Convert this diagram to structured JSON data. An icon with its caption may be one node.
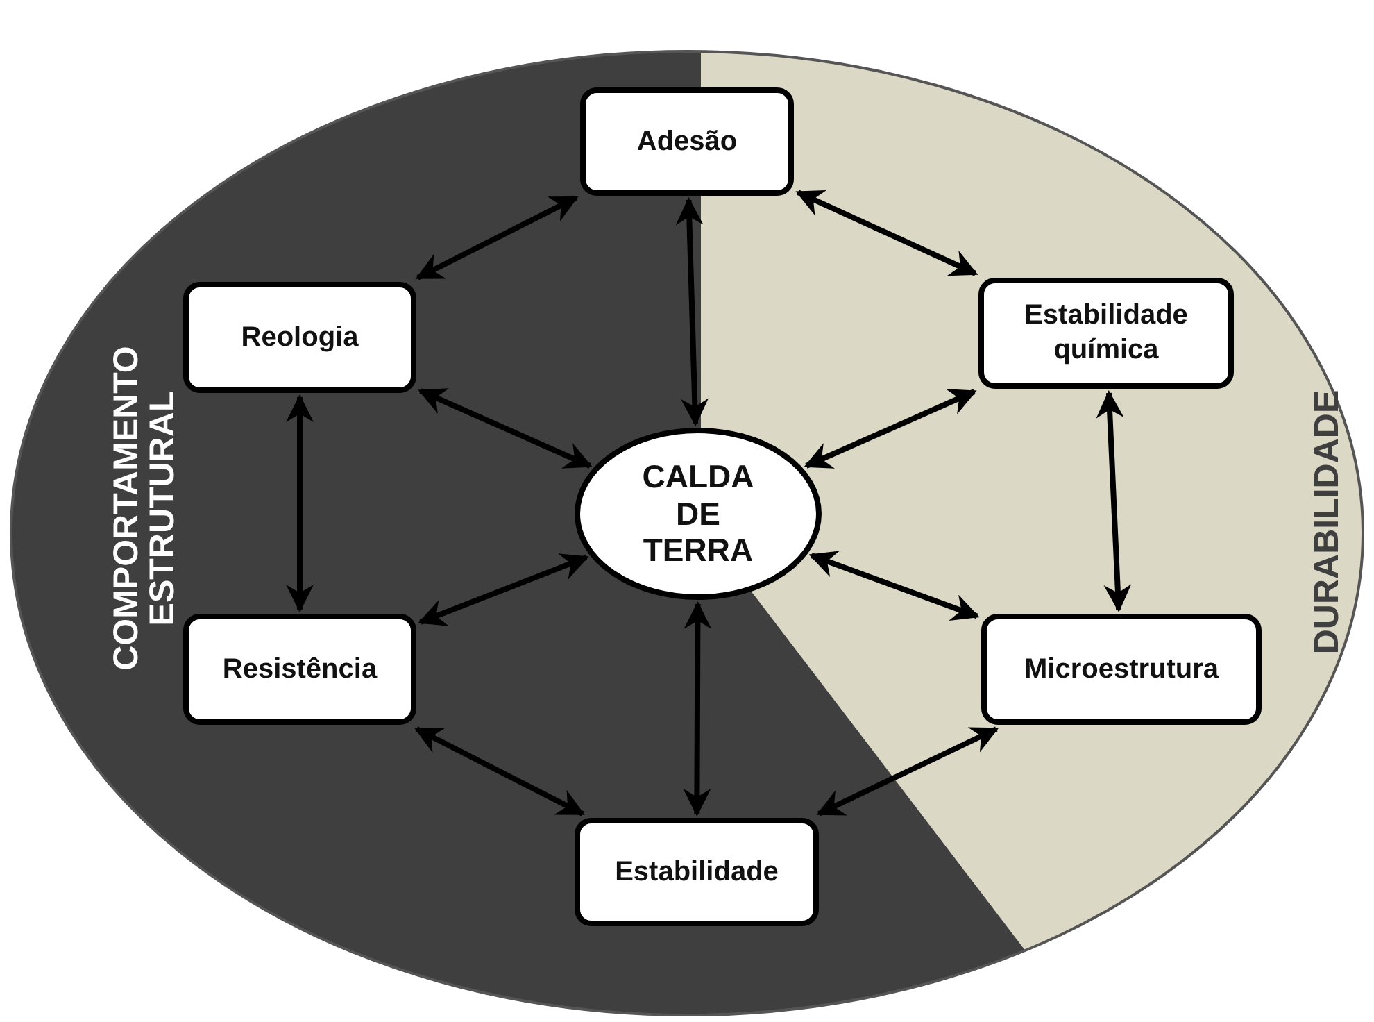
{
  "diagram": {
    "nodes": [
      {
        "text": [
          "Adesão"
        ]
      },
      {
        "text": [
          "Reologia"
        ]
      },
      {
        "text": [
          "Estabilidade química"
        ]
      },
      {
        "text": [
          "CALDA DE TERRA"
        ]
      },
      {
        "text": [
          "Resistência"
        ]
      },
      {
        "text": [
          "Microestrutura"
        ]
      },
      {
        "text": [
          "Estabilidade"
        ]
      }
    ],
    "edges": [
      {
        "from": 0,
        "to": 1,
        "arrow": "both"
      },
      {
        "from": 0,
        "to": 2,
        "arrow": "both"
      },
      {
        "from": 0,
        "to": 3,
        "arrow": "both"
      },
      {
        "from": 1,
        "to": 3,
        "arrow": "both"
      },
      {
        "from": 2,
        "to": 3,
        "arrow": "both"
      },
      {
        "from": 1,
        "to": 4,
        "arrow": "both"
      },
      {
        "from": 2,
        "to": 5,
        "arrow": "both"
      },
      {
        "from": 4,
        "to": 3,
        "arrow": "both"
      },
      {
        "from": 5,
        "to": 3,
        "arrow": "both"
      },
      {
        "from": 6,
        "to": 3,
        "arrow": "both"
      },
      {
        "from": 4,
        "to": 6,
        "arrow": "both"
      },
      {
        "from": 5,
        "to": 6,
        "arrow": "both"
      }
    ],
    "labels": [
      "COMPORTAMENTO ESTRUTURAL",
      "DURABILIDADE"
    ]
  }
}
